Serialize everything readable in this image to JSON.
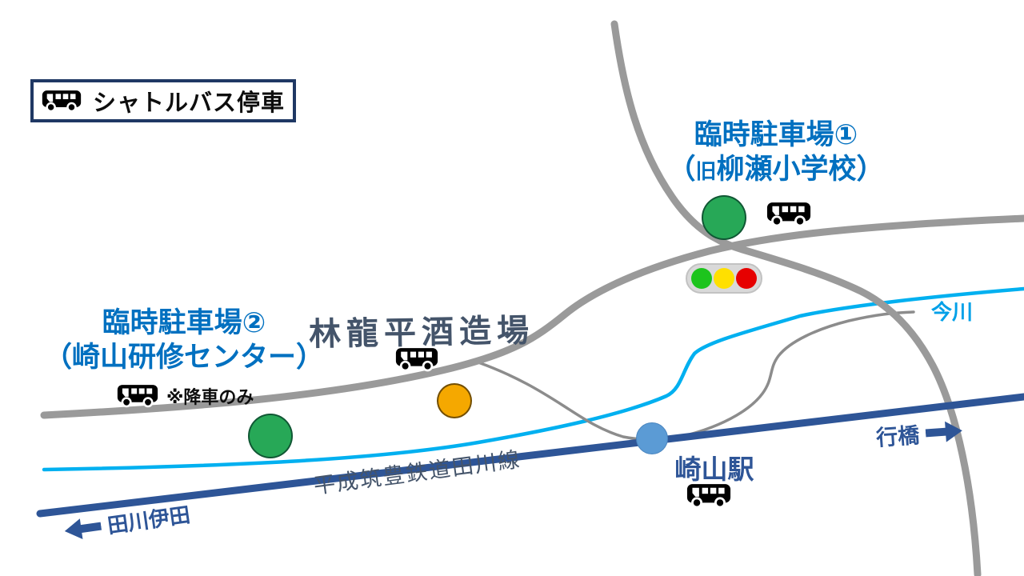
{
  "legend": {
    "bus_stop_label": "シャトルバス停車"
  },
  "parking1": {
    "line1": "臨時駐車場①",
    "line2_open": "（",
    "line2_small": "旧",
    "line2_rest": "柳瀬小学校）"
  },
  "parking2": {
    "line1": "臨時駐車場②",
    "line2": "（崎山研修センター）",
    "note": "※降車のみ"
  },
  "brewery": {
    "name": "林龍平酒造場"
  },
  "station": {
    "name": "崎山駅"
  },
  "river": {
    "name": "今川"
  },
  "railway": {
    "name": "平成筑豊鉄道田川線",
    "direction_left": "田川伊田",
    "direction_right": "行橋"
  },
  "icons": {
    "bus": "shuttle-bus-icon",
    "traffic_light": "traffic-light-icon",
    "arrow_left": "left-block-arrow",
    "arrow_right": "right-block-arrow",
    "stop_green": "parking-stop-marker",
    "stop_orange": "brewery-stop-marker",
    "stop_station": "station-marker"
  },
  "colors": {
    "label_blue": "#0070C0",
    "navy_border": "#1F3864",
    "railway_blue": "#2E5597",
    "river_cyan": "#00B0F0",
    "road_gray": "#9A9A9A",
    "local_road_gray": "#8C8C8C",
    "stop_green": "#27A857",
    "stop_orange": "#F5A800",
    "station_blue": "#5B9BD5",
    "signal_green": "#1DC41D",
    "signal_yellow": "#FFE000",
    "signal_red": "#E60000",
    "slate_text": "#44546A"
  }
}
